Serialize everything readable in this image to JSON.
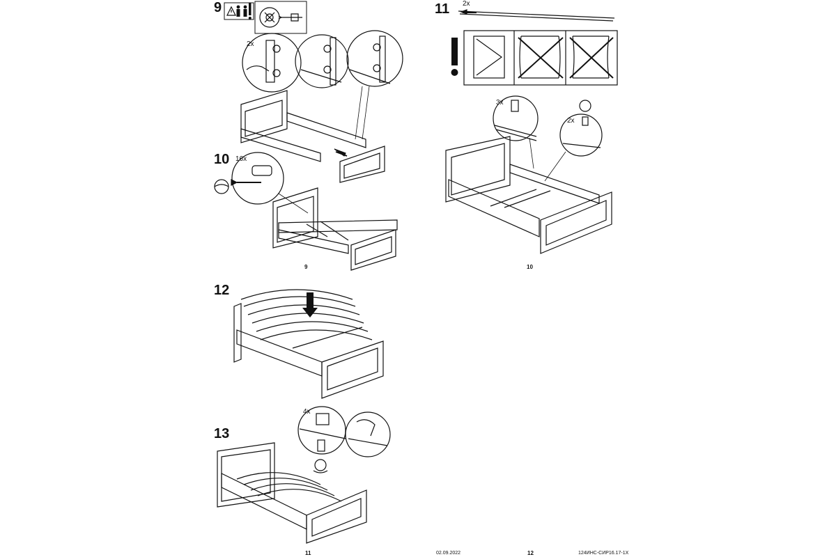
{
  "steps": {
    "s9": "9",
    "s10": "10",
    "s11": "11",
    "s12": "12",
    "s13": "13"
  },
  "quantities": {
    "s9_dowels": "2x",
    "s10_screws": "16x",
    "s11_rails": "2x",
    "s11_screws_3": "3x",
    "s11_screws_2": "2x",
    "s13_feet": "4x"
  },
  "captions": {
    "left_fig": "9",
    "right_fig": "10"
  },
  "footer": {
    "page_left": "11",
    "date": "02.09.2022",
    "page_right": "12",
    "doc_code": "124ИНС-СИР16.17-1Х"
  },
  "icons": [
    "warning-icon",
    "two-persons-icon",
    "exclamation-icon",
    "rail-caution-icon",
    "down-arrow-icon"
  ]
}
